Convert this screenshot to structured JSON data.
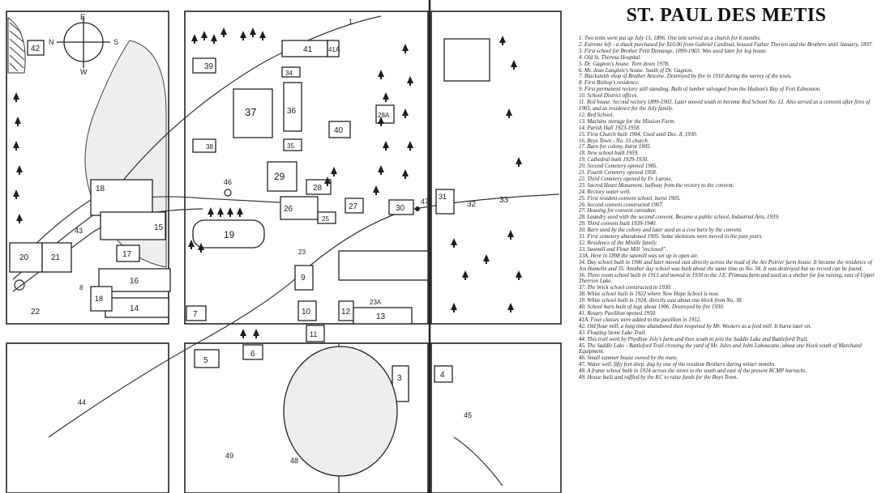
{
  "title": "ST. PAUL DES METIS",
  "compass": {
    "n": "N",
    "e": "E",
    "s": "S",
    "w": "W"
  },
  "map_labels": {
    "l1": "1",
    "l3": "3",
    "l4": "4",
    "l5": "5",
    "l6": "6",
    "l7": "7",
    "l8": "8",
    "l9": "9",
    "l10": "10",
    "l11": "11",
    "l12": "12",
    "l13": "13",
    "l14": "14",
    "l15": "15",
    "l16": "16",
    "l17": "17",
    "l18": "18",
    "l18b": "18",
    "l19": "19",
    "l20": "20",
    "l21": "21",
    "l22": "22",
    "l23": "23",
    "l23A": "23A",
    "l25": "25",
    "l26": "26",
    "l27": "27",
    "l28": "28",
    "l28A": "28A",
    "l29": "29",
    "l30": "30",
    "l31": "31",
    "l32": "32",
    "l33": "33",
    "l34": "34",
    "l35": "35",
    "l36": "36",
    "l37": "37",
    "l38": "38",
    "l39": "39",
    "l40": "40",
    "l41": "41",
    "l41A": "41A",
    "l42": "42",
    "l43": "43",
    "l44": "44",
    "l45": "45",
    "l46": "46",
    "l47": "47",
    "l48": "48",
    "l49": "49"
  },
  "items": [
    "1. Two tents were put up July 15, 1896. One tent served as a church for 6 months.",
    "2. Extreme left - a shack purchased for $10.00 from Gabriel Cardinal, housed Father Therien and the Brothers until January, 1897.",
    "3. First school for Brother Petit Demange, 1899-1903. Was used later for log house.",
    "4. Old St. Theresa Hospital.",
    "5. Dr. Gagnon's house. Torn down 1978.",
    "6. Mr. Jean Langlois's house. South of Dr. Gagnon.",
    "7. Blacksmith shop of Brother Antoine. Destroyed by fire in 1910 during the survey of the town.",
    "8. First Bishop's residence.",
    "9. First permanent rectory still standing. Built of lumber salvaged from the Hudson's Bay of Fort Edmonton.",
    "10. School District offices.",
    "11. Red house. Second rectory 1899-1903. Later moved south to become Red School No. 12. Also served as a convent after fires of 1905, and as residence for the Joly family.",
    "12. Red School.",
    "13. Machine storage for the Mission Farm.",
    "14. Parish Hall 1923-1958.",
    "15. First Church built 1904. Used until Dec. 8, 1930.",
    "16. Boys Town - No. 15 church.",
    "17. Barn for colony, burnt 1905.",
    "18. New school built 1959.",
    "19. Cathedral built 1929-1930.",
    "20. Second Cemetery opened 1905.",
    "21. Fourth Cemetery opened 1958.",
    "22. Third Cemetery opened by Fr. Larose.",
    "23. Sacred Heart Monument, halfway from the rectory to the convent.",
    "24. Rectory water well.",
    "25. First resident convent school, burnt 1905.",
    "26. Second convent constructed 1907.",
    "27. Housing for convent caretaker.",
    "28. Laundry used with the second convent. Became a public school, Industrial Arts, 1939.",
    "29. Third convent built 1939-1940.",
    "30. Barn used by the colony and later used as a cow barn by the convent.",
    "31. First cemetery abandoned 1905. Some skeletons were moved in the past years.",
    "32. Residence of the Miville family.",
    "33. Sawmill and Flour Mill \"enclosed\".",
    "33A. Here in 1898 the sawmill was set up in open air.",
    "34. Day school built in 1906 and later moved east directly across the road of the Art Poirier farm house. It became the residence of Jos Hamelin and 35. Another day school was built about the same time as No. 34. It was destroyed but no record can be found.",
    "36. Three room school built in 1915 and moved in 1930 to the J.E. Primeau farm and used as a shelter for fox raising, east of Upper Therrien Lake.",
    "37. The brick school constructed in 1930.",
    "38. White school built in 1922 where New Hope School is now.",
    "39. White school built in 1924, directly east about one block from No. 38.",
    "40. School barn built of logs about 1906. Destroyed by fire 1930.",
    "41. Rosary Pavillion opened 1950.",
    "41A. Four classes were added to the pavillion in 1952.",
    "42. Old flour mill, a long time abandoned then reopened by Mr. Wooters as a feed mill. It burnt later on.",
    "43. Floating Stone Lake Trail.",
    "44. This trail went by Phydline Joly's farm and then south to join the Saddle Lake and Battleford Trail.",
    "45. The Saddle Lake - Battleford Trail crossing the yard of Mr. Jules and John Laboucane, about one block south of Marchand Equipment.",
    "46. Small summer house owned by the nuns.",
    "47. Water well, fifty feet deep, dug by one of the resident Brothers during winter months.",
    "48. A frame school built in 1924 across the street to the south and east of the present RCMP barracks.",
    "49. House built and raffled by the KC to raise funds for the Boys Town."
  ]
}
